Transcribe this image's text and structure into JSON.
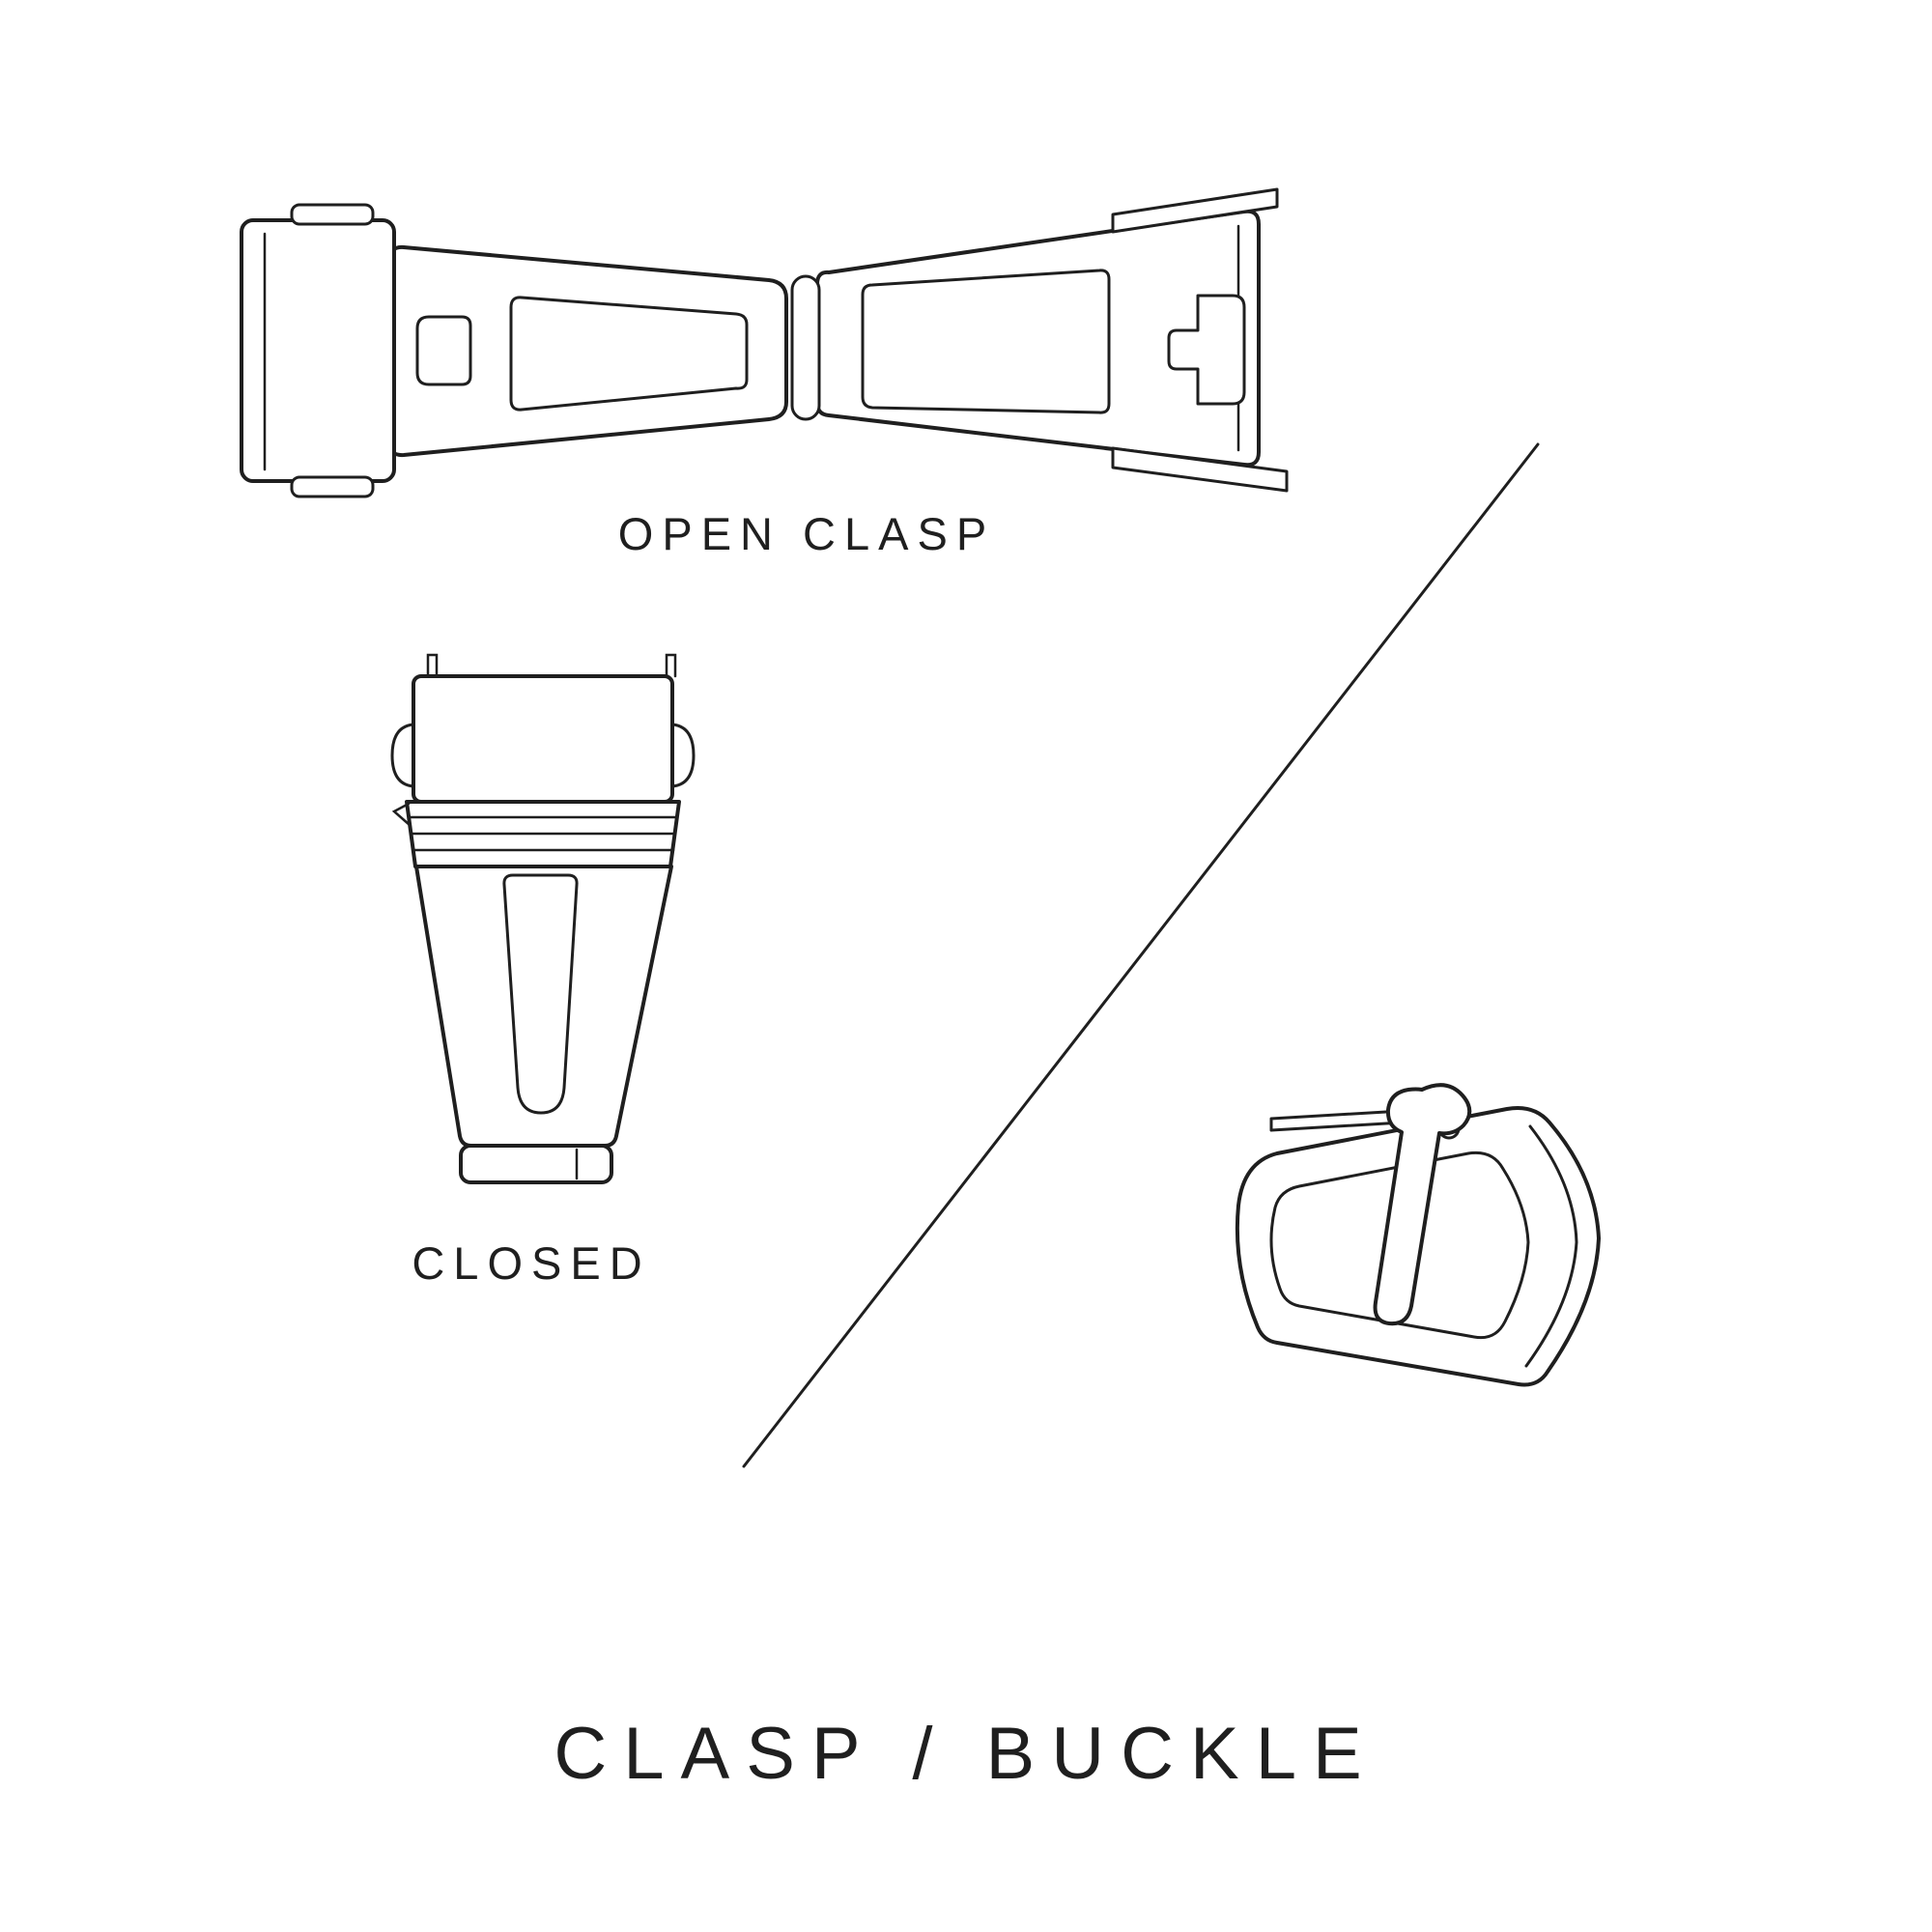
{
  "page": {
    "background": "#ffffff",
    "ink_color": "#1f1f1f",
    "title": "CLASP / BUCKLE"
  },
  "figures": {
    "open_clasp": {
      "label": "OPEN CLASP",
      "icon": "open-deployant-clasp-illustration"
    },
    "closed_clasp": {
      "label": "CLOSED",
      "icon": "closed-deployant-clasp-illustration"
    },
    "buckle": {
      "icon": "tang-buckle-illustration"
    },
    "divider": {
      "icon": "diagonal-divider-line"
    }
  }
}
